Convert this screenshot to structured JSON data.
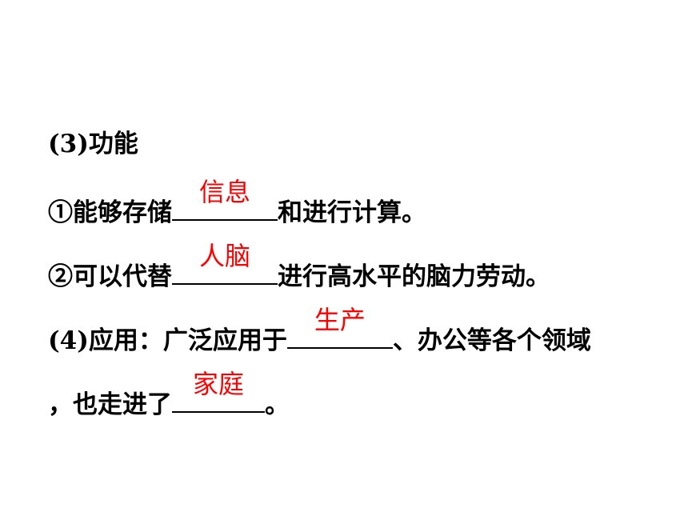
{
  "section3": {
    "heading": "(3)功能",
    "item1": {
      "prefix": "①能够存储",
      "answer": "信息",
      "suffix": "和进行计算。"
    },
    "item2": {
      "prefix": "②可以代替",
      "answer": "人脑",
      "suffix": "进行高水平的脑力劳动。"
    }
  },
  "section4": {
    "prefix": "(4)应用：广泛应用于",
    "answer1": "生产",
    "middle": "、办公等各个领域",
    "continuation": "，也走进了",
    "answer2": "家庭",
    "end": "。"
  },
  "colors": {
    "answer": "#ff0000",
    "text": "#000000"
  }
}
